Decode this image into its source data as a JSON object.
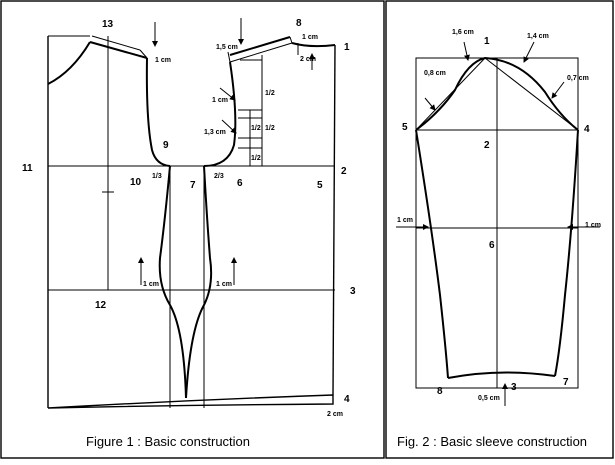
{
  "figure1": {
    "caption": "Figure 1 : Basic construction",
    "points": {
      "p1": "1",
      "p2": "2",
      "p3": "3",
      "p4": "4",
      "p5": "5",
      "p6": "6",
      "p7": "7",
      "p8": "8",
      "p9": "9",
      "p10": "10",
      "p11": "11",
      "p12": "12",
      "p13": "13"
    },
    "fractions": {
      "one_third": "1/3",
      "two_third": "2/3",
      "half": "1/2"
    },
    "measurements": {
      "back_shoulder": "1 cm",
      "front_neck_15": "1,5 cm",
      "front_shoulder_1": "1 cm",
      "front_shoulder_2": "2 cm",
      "armhole_1": "1 cm",
      "armhole_13": "1,3 cm",
      "dart_back": "1 cm",
      "dart_front": "1 cm",
      "hem": "2 cm"
    }
  },
  "figure2": {
    "caption": "Fig. 2 : Basic sleeve construction",
    "points": {
      "p1": "1",
      "p2": "2",
      "p3": "3",
      "p4": "4",
      "p5": "5",
      "p6": "6",
      "p7": "7",
      "p8": "8"
    },
    "measurements": {
      "cap_16": "1,6 cm",
      "cap_14": "1,4 cm",
      "cap_08": "0,8 cm",
      "cap_07": "0,7 cm",
      "side_left": "1 cm",
      "side_right": "1 cm",
      "hem": "0,5 cm"
    }
  }
}
